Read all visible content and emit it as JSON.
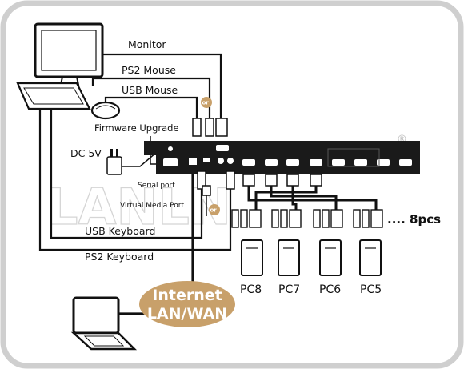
{
  "labels": {
    "monitor": "Monitor",
    "ps2_mouse": "PS2 Mouse",
    "usb_mouse": "USB Mouse",
    "firmware_upgrade": "Firmware Upgrade",
    "dc_5v": "DC 5V",
    "serial_port": "Serial port",
    "virtual_media_port": "Virtual Media Port",
    "usb_keyboard": "USB Keyboard",
    "ps2_keyboard": "PS2 Keyboard",
    "internet": "Internet",
    "lan_wan": "LAN/WAN",
    "pcs_count": ".... 8pcs",
    "or_badge": "or",
    "watermark": "LANLN",
    "registered": "®"
  },
  "pcs": [
    "PC8",
    "PC7",
    "PC6",
    "PC5"
  ],
  "colors": {
    "frame": "#cfcfcf",
    "cable": "#111111",
    "badge": "#c8a06a",
    "internet_bubble": "#c8a06a",
    "device_body": "#1a1a1a"
  }
}
